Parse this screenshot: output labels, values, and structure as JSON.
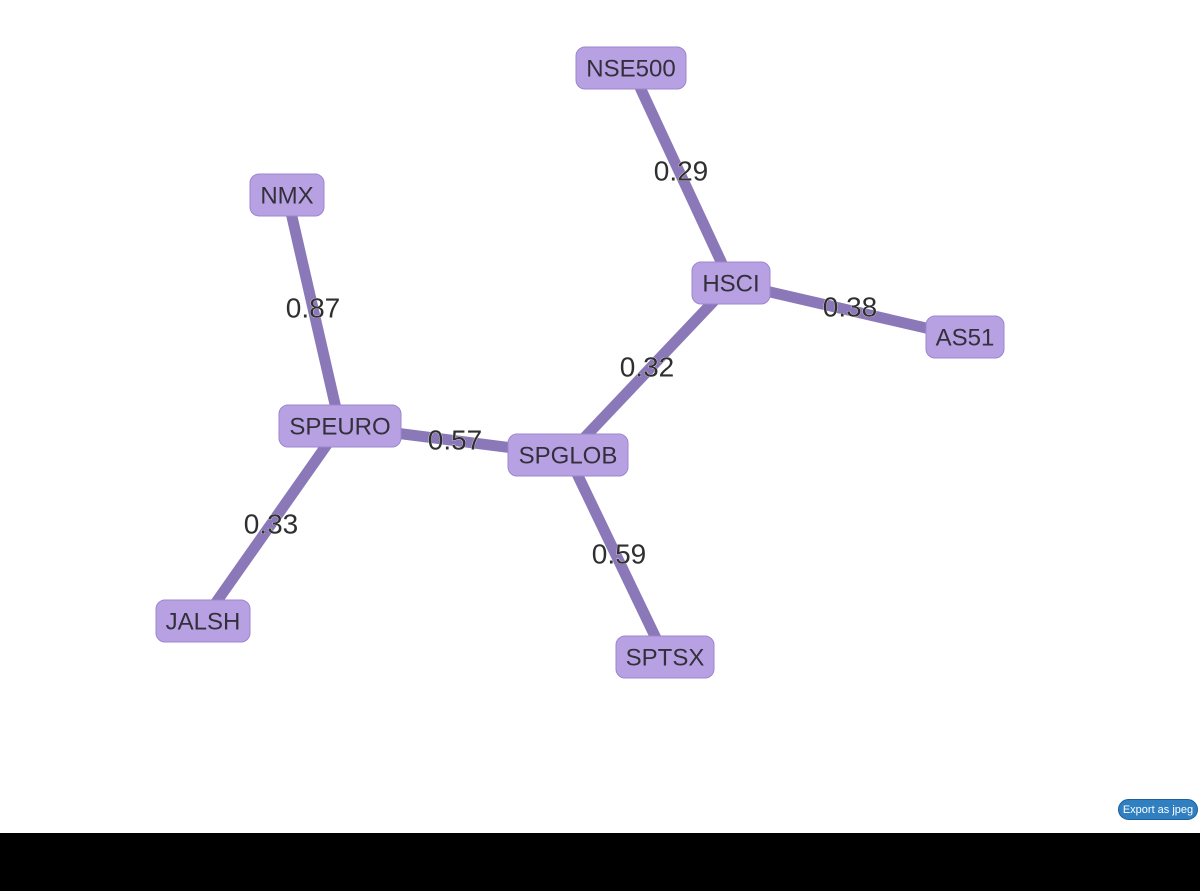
{
  "graph": {
    "nodes": [
      {
        "id": "NSE500",
        "label": "NSE500"
      },
      {
        "id": "NMX",
        "label": "NMX"
      },
      {
        "id": "HSCI",
        "label": "HSCI"
      },
      {
        "id": "AS51",
        "label": "AS51"
      },
      {
        "id": "SPEURO",
        "label": "SPEURO"
      },
      {
        "id": "SPGLOB",
        "label": "SPGLOB"
      },
      {
        "id": "JALSH",
        "label": "JALSH"
      },
      {
        "id": "SPTSX",
        "label": "SPTSX"
      }
    ],
    "edges": [
      {
        "from": "NSE500",
        "to": "HSCI",
        "label": "0.29"
      },
      {
        "from": "NMX",
        "to": "SPEURO",
        "label": "0.87"
      },
      {
        "from": "HSCI",
        "to": "AS51",
        "label": "0.38"
      },
      {
        "from": "SPGLOB",
        "to": "HSCI",
        "label": "0.32"
      },
      {
        "from": "SPEURO",
        "to": "SPGLOB",
        "label": "0.57"
      },
      {
        "from": "SPEURO",
        "to": "JALSH",
        "label": "0.33"
      },
      {
        "from": "SPGLOB",
        "to": "SPTSX",
        "label": "0.59"
      }
    ]
  },
  "toolbar": {
    "export_label": "Export as jpeg"
  },
  "colors": {
    "node_fill": "#b7a1e3",
    "edge": "#8b78b9",
    "button": "#2f7fc1"
  }
}
